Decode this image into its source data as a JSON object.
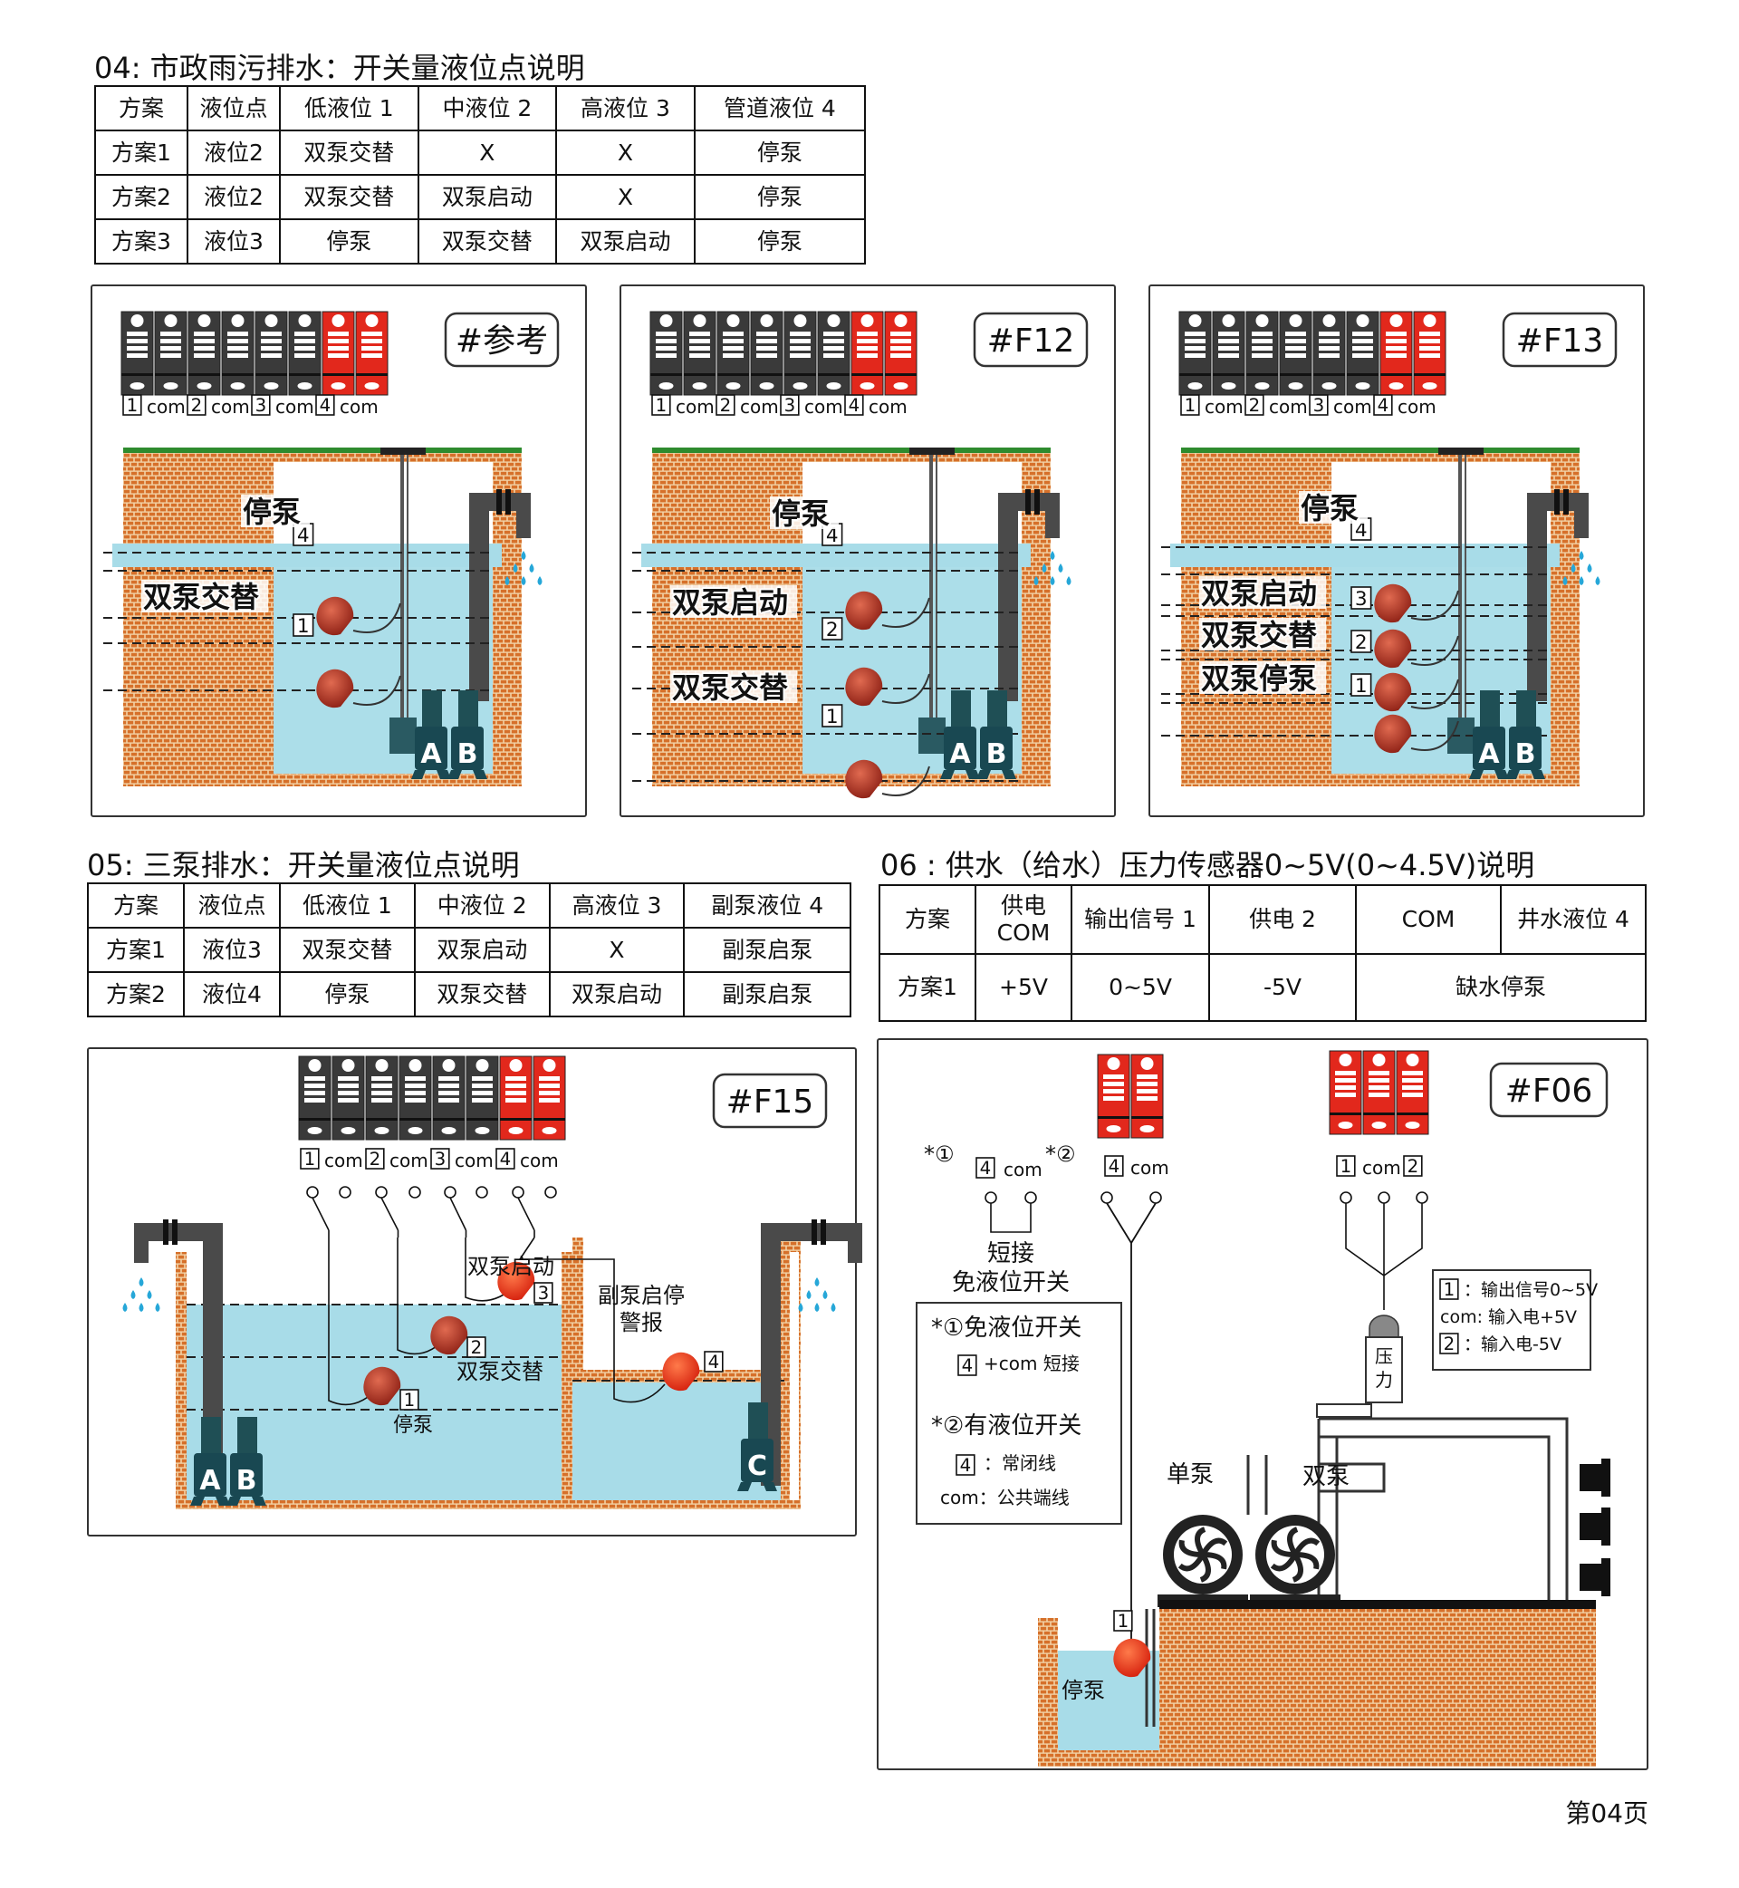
{
  "section04": {
    "title": "04: 市政雨污排水：开关量液位点说明",
    "headers": [
      "方案",
      "液位点",
      "低液位 1",
      "中液位 2",
      "高液位 3",
      "管道液位 4"
    ],
    "rows": [
      [
        "方案1",
        "液位2",
        "双泵交替",
        "X",
        "X",
        "停泵"
      ],
      [
        "方案2",
        "液位2",
        "双泵交替",
        "双泵启动",
        "X",
        "停泵"
      ],
      [
        "方案3",
        "液位3",
        "停泵",
        "双泵交替",
        "双泵启动",
        "停泵"
      ]
    ]
  },
  "section05": {
    "title": "05: 三泵排水：开关量液位点说明",
    "headers": [
      "方案",
      "液位点",
      "低液位 1",
      "中液位 2",
      "高液位 3",
      "副泵液位 4"
    ],
    "rows": [
      [
        "方案1",
        "液位3",
        "双泵交替",
        "双泵启动",
        "X",
        "副泵启泵"
      ],
      [
        "方案2",
        "液位4",
        "停泵",
        "双泵交替",
        "双泵启动",
        "副泵启泵"
      ]
    ]
  },
  "section06": {
    "title": "06 : 供水（给水）压力传感器0~5V(0~4.5V)说明",
    "headers": [
      "方案",
      "供电 COM",
      "输出信号 1",
      "供电 2",
      "COM",
      "井水液位 4"
    ],
    "row": [
      "方案1",
      "+5V",
      "0~5V",
      "-5V",
      "缺水停泵"
    ]
  },
  "terminal_labels": [
    "1",
    "com",
    "2",
    "com",
    "3",
    "com",
    "4",
    "com"
  ],
  "diagram_ref": {
    "badge": "#参考",
    "stop": "停泵",
    "l4": "4",
    "alt": "双泵交替",
    "l1": "1",
    "pumpA": "A",
    "pumpB": "B"
  },
  "diagram_f12": {
    "badge": "#F12",
    "stop": "停泵",
    "l4": "4",
    "start": "双泵启动",
    "l2": "2",
    "alt": "双泵交替",
    "l1": "1",
    "pumpA": "A",
    "pumpB": "B"
  },
  "diagram_f13": {
    "badge": "#F13",
    "stop": "停泵",
    "l4": "4",
    "start": "双泵启动",
    "l3": "3",
    "alt": "双泵交替",
    "l2": "2",
    "stop2": "双泵停泵",
    "l1": "1",
    "pumpA": "A",
    "pumpB": "B"
  },
  "diagram_f15": {
    "badge": "#F15",
    "start": "双泵启动",
    "l3": "3",
    "alt": "双泵交替",
    "l2": "2",
    "stop": "停泵",
    "l1": "1",
    "aux": "副泵启停",
    "alarm": "警报",
    "l4": "4",
    "pumpA": "A",
    "pumpB": "B",
    "pumpC": "C"
  },
  "diagram_f06": {
    "badge": "#F06",
    "mark1": "*①",
    "mark2": "*②",
    "t4": "4",
    "tcom": "com",
    "short1": "短接",
    "short2": "免液位开关",
    "note1_title": "*①免液位开关",
    "note1_body": "+com 短接",
    "note2_title": "*②有液位开关",
    "note2_l4": "：常闭线",
    "note2_com": "com：公共端线",
    "info1": "：输出信号0~5V",
    "info2": "com: 输入电+5V",
    "info3": "：输入电-5V",
    "sensor": "压力",
    "single": "单泵",
    "double": "双泵",
    "stop": "停泵",
    "l1": "1",
    "t1": "1",
    "t2": "2"
  },
  "page": "第04页",
  "colors": {
    "water": "#a8dce8",
    "brick": "#d8742e",
    "mortar": "#f4d7b0",
    "grass": "#2e8b2e",
    "red": "#e2281c",
    "dark": "#3a3a3a",
    "ball": "#b83020"
  }
}
